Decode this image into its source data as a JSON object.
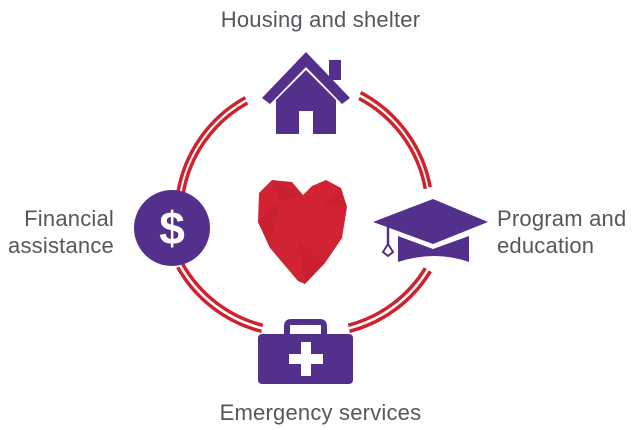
{
  "diagram": {
    "nodes": [
      {
        "id": "top",
        "icon": "house-icon",
        "lines": [
          "Housing and shelter"
        ]
      },
      {
        "id": "left",
        "icon": "dollar-coin-icon",
        "lines": [
          "Financial",
          "assistance"
        ]
      },
      {
        "id": "right",
        "icon": "graduation-cap-icon",
        "lines": [
          "Program and",
          "education"
        ]
      },
      {
        "id": "bottom",
        "icon": "medical-kit-icon",
        "lines": [
          "Emergency services"
        ]
      }
    ],
    "center_icon": "heart-icon"
  },
  "colors": {
    "ring": "#d0222e",
    "icon": "#53308c",
    "heart": "#d12333",
    "heart_shade": "#b81d2b",
    "text": "#55575c",
    "background": "#ffffff"
  }
}
